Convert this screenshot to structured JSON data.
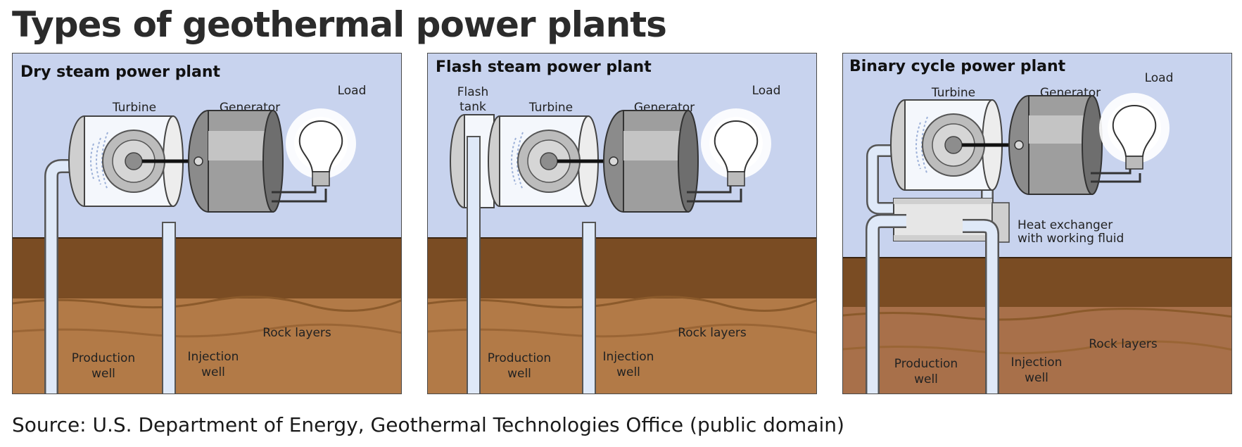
{
  "title": "Types of geothermal power plants",
  "source": "Source: U.S. Department of Energy, Geothermal Technologies Office (public domain)",
  "colors": {
    "sky": "#c8d3ee",
    "topsoil": "#7a4c23",
    "rock": "#b27a47",
    "pipe": "#dfe9f8",
    "label_bg": "#f1e4d4"
  },
  "panels": [
    {
      "title": "Dry steam power plant",
      "turbine": "Turbine",
      "generator": "Generator",
      "load": "Load",
      "rock_layers": "Rock layers",
      "production": [
        "Production",
        "well"
      ],
      "injection": [
        "Injection",
        "well"
      ]
    },
    {
      "title": "Flash steam power plant",
      "flash_tank": [
        "Flash",
        "tank"
      ],
      "turbine": "Turbine",
      "generator": "Generator",
      "load": "Load",
      "rock_layers": "Rock layers",
      "production": [
        "Production",
        "well"
      ],
      "injection": [
        "Injection",
        "well"
      ]
    },
    {
      "title": "Binary cycle power plant",
      "turbine": "Turbine",
      "generator": "Generator",
      "load": "Load",
      "heat_exchanger": [
        "Heat exchanger",
        "with working fluid"
      ],
      "rock_layers": "Rock layers",
      "production": [
        "Production",
        "well"
      ],
      "injection": [
        "Injection",
        "well"
      ]
    }
  ]
}
